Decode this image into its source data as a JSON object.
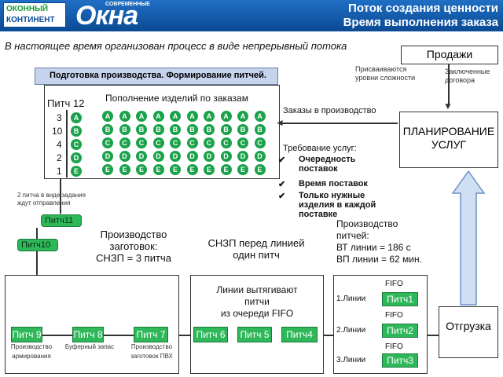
{
  "header": {
    "logo_line1": "ОКОННЫЙ",
    "logo_line2": "КОНТИНЕНТ",
    "logo_okna": "Окна",
    "logo_okna_small": "СОВРЕМЕННЫЕ",
    "title_line1": "Поток создания ценности",
    "title_line2": "Время выполнения заказа"
  },
  "intro": "В настоящее время организован процесс в виде непрерывный потока",
  "prep": {
    "title": "Подготовка производства. Формирование питчей.",
    "pitch_label": "Питч",
    "pitch_values": [
      "12",
      "3",
      "10",
      "4",
      "2",
      "1"
    ],
    "column_letters": [
      "A",
      "B",
      "C",
      "D",
      "E"
    ],
    "replenish_title": "Пополнение изделий по заказам"
  },
  "orders_label": "Заказы в производство",
  "sales": {
    "label": "Продажи"
  },
  "complexity_note": "Присваиваются уровни сложности",
  "contracts_note": "Заключенные договора",
  "planning": {
    "label": "ПЛАНИРОВАНИЕ УСЛУГ"
  },
  "requirements": {
    "title": "Требование услуг:",
    "items": [
      "Очередность поставок",
      "Время поставок",
      "Только нужные изделия в каждой поставке"
    ]
  },
  "waiting_note": "2 питча в виде задания ждут отправления",
  "waiting_pitches": [
    "Питч11",
    "Питч10"
  ],
  "blanks_production": {
    "line1": "Производство",
    "line2": "заготовок:",
    "line3": "СНЗП = 3 питча"
  },
  "snzp_note": {
    "line1": "СНЗП перед линией",
    "line2": "один питч"
  },
  "pitch_production": {
    "line1": "Производство",
    "line2": "питчей:",
    "line3": "ВТ линии = 186 с",
    "line4": "ВП линии = 62 мин."
  },
  "bottom_left": {
    "pitches": [
      "Питч 9",
      "Питч 8",
      "Питч 7"
    ],
    "labels": [
      "Производство армирования",
      "Буферный запас",
      "Производство заготовок ПВХ"
    ]
  },
  "lines_block": {
    "title1": "Линии вытягивают",
    "title2": "питчи",
    "title3": "из очереди FIFO",
    "pitches": [
      "Питч 6",
      "Питч 5",
      "Питч4"
    ]
  },
  "fifo_block": {
    "fifo": "FIFO",
    "lines": [
      "1.Линии",
      "2.Линии",
      "3.Линии"
    ],
    "pitches": [
      "Питч1",
      "Питч2",
      "Питч3"
    ]
  },
  "shipment": {
    "label": "Отгрузка"
  },
  "colors": {
    "header_blue": "#0b4a94",
    "green": "#1aa24a",
    "light_blue": "#cfe0f5"
  }
}
